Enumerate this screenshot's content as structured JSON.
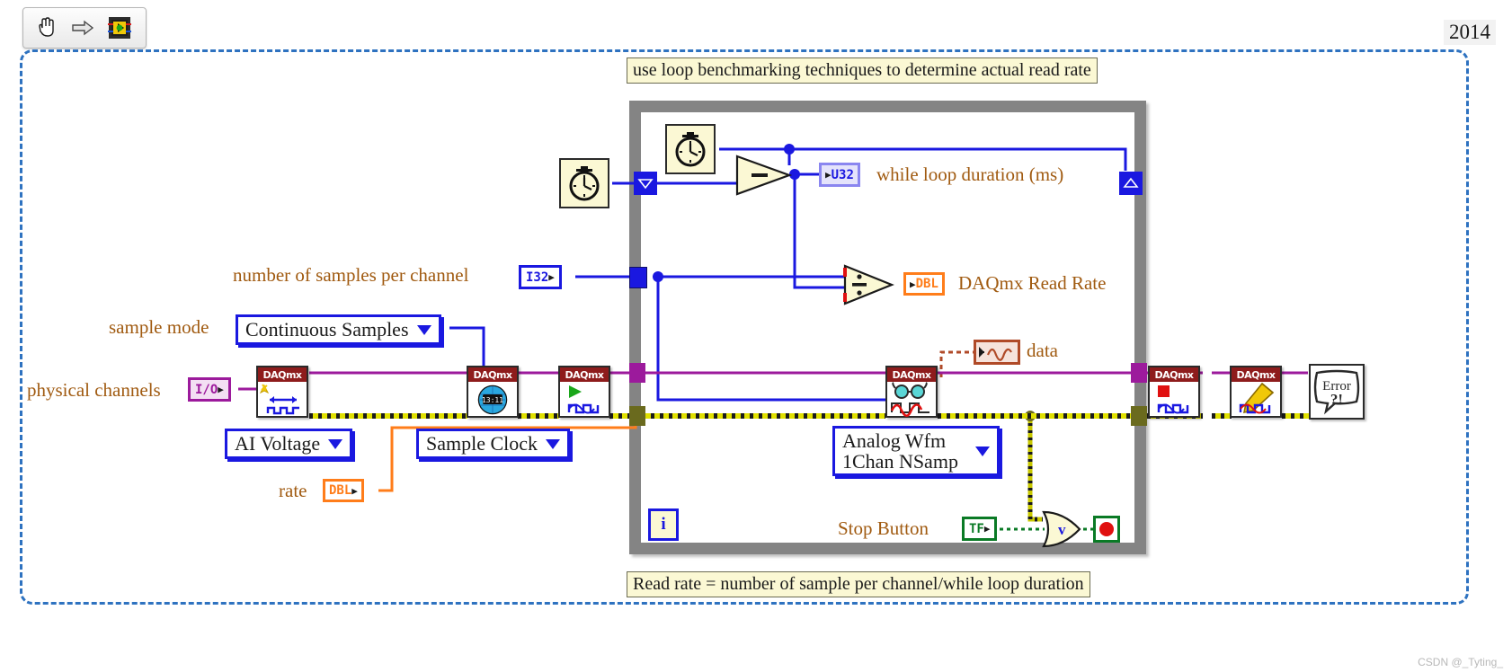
{
  "window": {
    "year_badge": "2014",
    "watermark": "CSDN @_Tyting_"
  },
  "toolbar": {
    "items": [
      {
        "name": "hand-tool",
        "icon": "hand-icon",
        "label": "Hand Tool"
      },
      {
        "name": "arrow-tool",
        "icon": "arrow-right-icon",
        "label": "Run Arrow"
      },
      {
        "name": "labview-vi",
        "icon": "labview-icon",
        "label": "LabVIEW VI"
      }
    ]
  },
  "comments": {
    "top": "use loop benchmarking techniques to determine actual read rate",
    "bottom": "Read rate = number of sample per channel/while loop duration"
  },
  "labels": {
    "while_loop_duration": "while loop duration (ms)",
    "daqmx_read_rate": "DAQmx Read Rate",
    "number_of_samples": "number of samples per channel",
    "sample_mode": "sample mode",
    "physical_channels": "physical channels",
    "rate": "rate",
    "data": "data",
    "stop_button": "Stop Button"
  },
  "terminals": {
    "u32_duration": "U32",
    "i32_samples": "I32",
    "dbl_read_rate": "DBL",
    "io_physical": "I/O",
    "dbl_rate": "DBL",
    "tf_stop": "TF",
    "wfm_data": "waveform-icon",
    "iteration": "i"
  },
  "rings": {
    "sample_mode_value": "Continuous Samples",
    "ai_voltage": "AI Voltage",
    "sample_clock": "Sample Clock",
    "read_type_line1": "Analog Wfm",
    "read_type_line2": "1Chan NSamp"
  },
  "vis": [
    {
      "name": "daqmx-create-channel",
      "header": "DAQmx",
      "icon": "create-virtual-channel-icon"
    },
    {
      "name": "daqmx-timing",
      "header": "DAQmx",
      "icon": "timing-clock-icon"
    },
    {
      "name": "daqmx-start-task",
      "header": "DAQmx",
      "icon": "start-task-icon"
    },
    {
      "name": "daqmx-read",
      "header": "DAQmx",
      "icon": "read-glasses-icon"
    },
    {
      "name": "daqmx-stop-task",
      "header": "DAQmx",
      "icon": "stop-task-icon"
    },
    {
      "name": "daqmx-clear-task",
      "header": "DAQmx",
      "icon": "clear-task-icon"
    }
  ],
  "functions": {
    "subtract": "subtract-function",
    "divide": "divide-function",
    "or": "or-function",
    "tick_count_outer": "tick-count-ms-icon",
    "tick_count_inner": "tick-count-ms-icon",
    "error_handler": "simple-error-handler-icon"
  },
  "colors": {
    "wire_blue": "#1a18e0",
    "wire_orange": "#ff7d1a",
    "wire_purple": "#9c1a9c",
    "wire_error": "#c8c800",
    "wire_green": "#0a7a25",
    "wire_brown": "#b04a28",
    "loop_gray": "#848484",
    "diagram_border": "#2e72c0",
    "vi_header": "#8e1c1c"
  }
}
